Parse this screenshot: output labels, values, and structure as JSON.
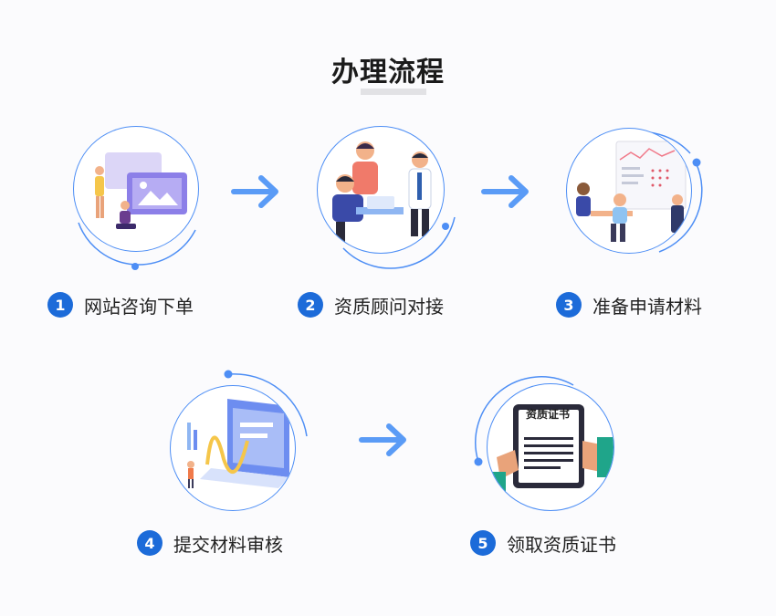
{
  "title": "办理流程",
  "steps": [
    {
      "num": "1",
      "label": "网站咨询下单",
      "icon": "web-consult-illustration"
    },
    {
      "num": "2",
      "label": "资质顾问对接",
      "icon": "advisor-meeting-illustration"
    },
    {
      "num": "3",
      "label": "准备申请材料",
      "icon": "prepare-materials-illustration"
    },
    {
      "num": "4",
      "label": "提交材料审核",
      "icon": "submit-review-illustration"
    },
    {
      "num": "5",
      "label": "领取资质证书",
      "icon": "receive-certificate-illustration"
    }
  ],
  "certificate_text": "资质证书",
  "colors": {
    "accent": "#1c6bd9",
    "ring": "#4d8ef5",
    "arrow": "#5a9bf6"
  }
}
